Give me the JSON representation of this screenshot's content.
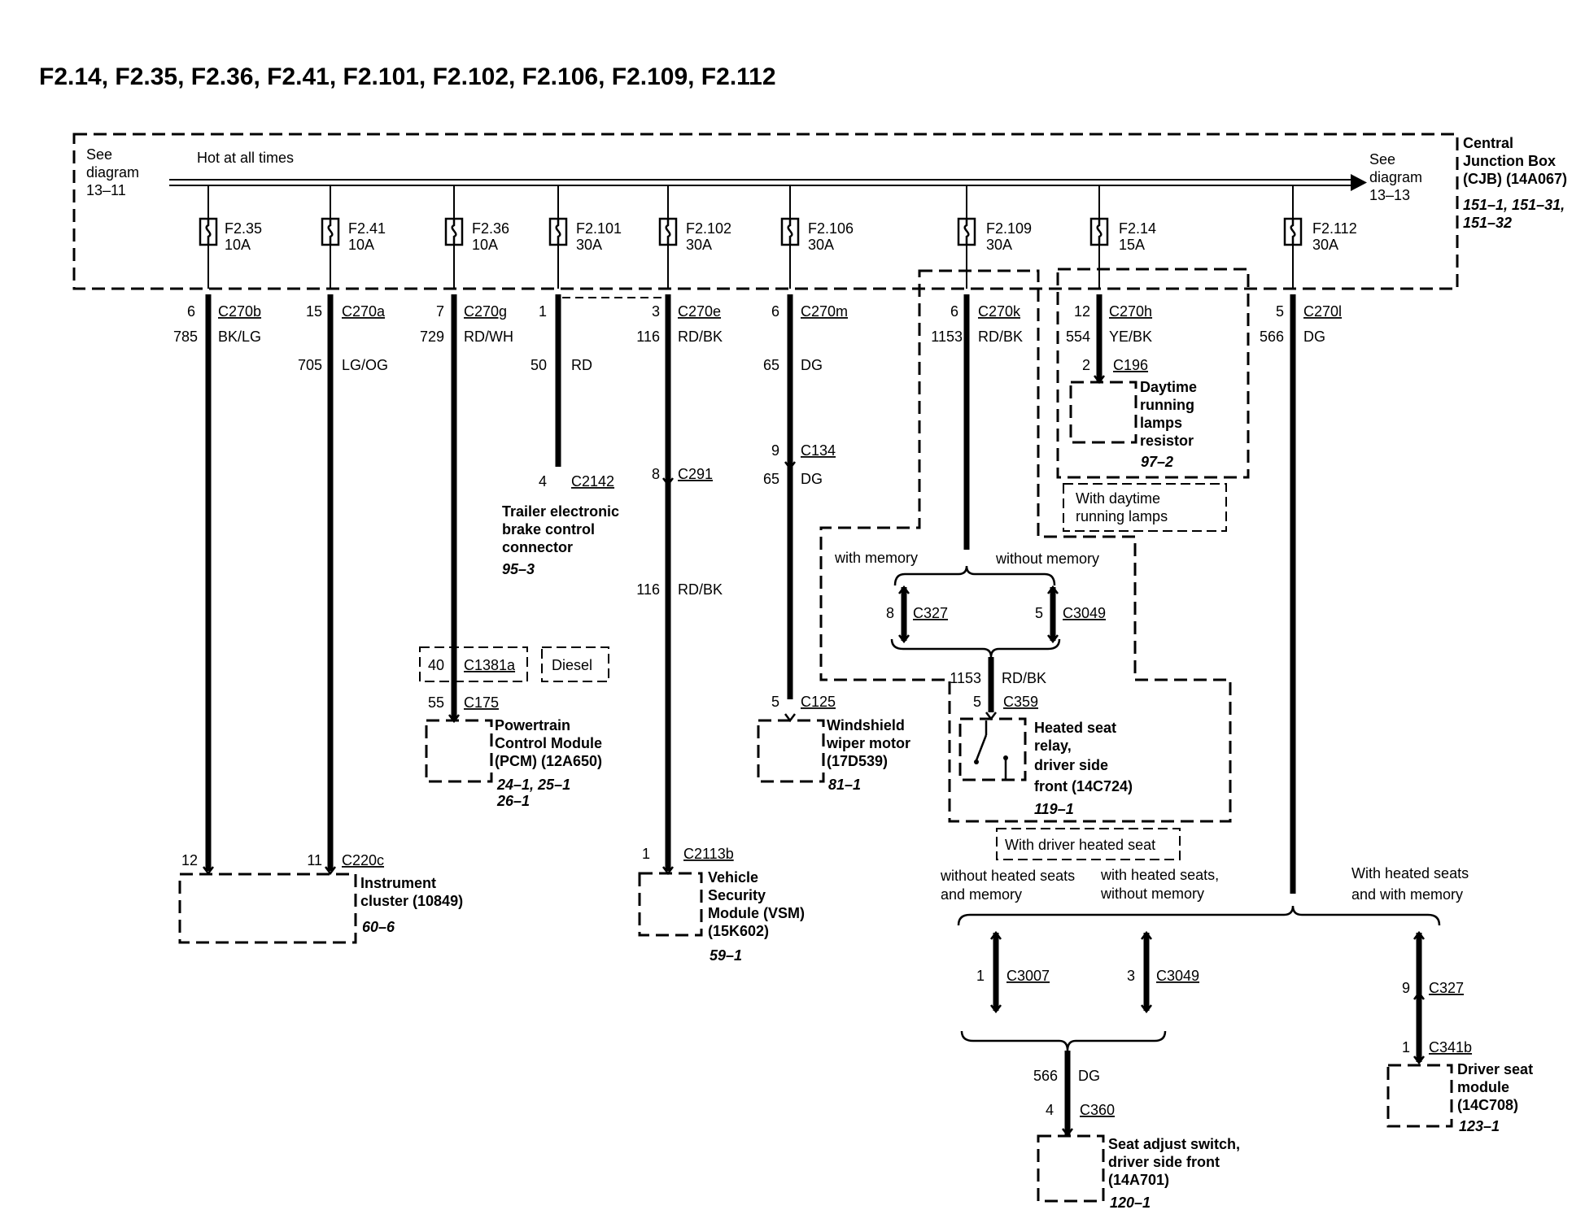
{
  "title": "F2.14, F2.35, F2.36, F2.41, F2.101, F2.102, F2.106, F2.109, F2.112",
  "cjb": {
    "left_ref": [
      "See",
      "diagram",
      "13–11"
    ],
    "hot": "Hot at all times",
    "right_ref": [
      "See",
      "diagram",
      "13–13"
    ],
    "name": [
      "Central",
      "Junction Box",
      "(CJB) (14A067)"
    ],
    "pages": [
      "151–1, 151–31,",
      "151–32"
    ]
  },
  "fuses": [
    {
      "id": "F2.35",
      "amps": "10A"
    },
    {
      "id": "F2.41",
      "amps": "10A"
    },
    {
      "id": "F2.36",
      "amps": "10A"
    },
    {
      "id": "F2.101",
      "amps": "30A"
    },
    {
      "id": "F2.102",
      "amps": "30A"
    },
    {
      "id": "F2.106",
      "amps": "30A"
    },
    {
      "id": "F2.109",
      "amps": "30A"
    },
    {
      "id": "F2.14",
      "amps": "15A"
    },
    {
      "id": "F2.112",
      "amps": "30A"
    }
  ],
  "pins": [
    {
      "pin": "6",
      "conn": "C270b"
    },
    {
      "pin": "15",
      "conn": "C270a"
    },
    {
      "pin": "7",
      "conn": "C270g"
    },
    {
      "pin": "1",
      "conn": ""
    },
    {
      "pin": "3",
      "conn": "C270e"
    },
    {
      "pin": "6",
      "conn": "C270m"
    },
    {
      "pin": "6",
      "conn": "C270k"
    },
    {
      "pin": "12",
      "conn": "C270h"
    },
    {
      "pin": "5",
      "conn": "C270l"
    }
  ],
  "wires": [
    {
      "circuit": "785",
      "color": "BK/LG"
    },
    {
      "circuit": "705",
      "color": "LG/OG"
    },
    {
      "circuit": "729",
      "color": "RD/WH"
    },
    {
      "circuit": "50",
      "color": "RD"
    },
    {
      "circuit": "116",
      "color": "RD/BK"
    },
    {
      "circuit": "65",
      "color": "DG"
    },
    {
      "circuit": "1153",
      "color": "RD/BK"
    },
    {
      "circuit": "554",
      "color": "YE/BK"
    },
    {
      "circuit": "566",
      "color": "DG"
    }
  ],
  "drl": {
    "pin": "2",
    "conn": "C196",
    "name": [
      "Daytime",
      "running",
      "lamps",
      "resistor"
    ],
    "page": "97–2",
    "note": [
      "With daytime",
      "running lamps"
    ]
  },
  "trailer": {
    "pin": "4",
    "conn": "C2142",
    "name": [
      "Trailer electronic",
      "brake control",
      "connector"
    ],
    "page": "95–3"
  },
  "vsm_inline": {
    "pin": "8",
    "conn": "C291",
    "circuit": "116",
    "color": "RD/BK"
  },
  "wiper_inline": {
    "pin": "9",
    "conn": "C134",
    "circuit": "65",
    "color": "DG"
  },
  "pcm": {
    "pin_a": "40",
    "conn_a": "C1381a",
    "diesel": "Diesel",
    "pin_b": "55",
    "conn_b": "C175",
    "name": [
      "Powertrain",
      "Control Module",
      "(PCM) (12A650)"
    ],
    "pages": [
      "24–1, 25–1",
      "26–1"
    ]
  },
  "wiper": {
    "pin": "5",
    "conn": "C125",
    "name": [
      "Windshield",
      "wiper motor",
      "(17D539)"
    ],
    "page": "81–1"
  },
  "cluster": {
    "pin_a": "12",
    "pin_b": "11",
    "conn": "C220c",
    "name": [
      "Instrument",
      "cluster (10849)"
    ],
    "page": "60–6"
  },
  "vsm": {
    "pin": "1",
    "conn": "C2113b",
    "name": [
      "Vehicle",
      "Security",
      "Module (VSM)",
      "(15K602)"
    ],
    "page": "59–1"
  },
  "memory_split": {
    "left": "with memory",
    "right": "without memory",
    "c327_pin": "8",
    "c327": "C327",
    "c3049_pin": "5",
    "c3049": "C3049"
  },
  "relay": {
    "circuit": "1153",
    "color": "RD/BK",
    "pin": "5",
    "conn": "C359",
    "name": [
      "Heated seat",
      "relay,",
      "driver side",
      " front (14C724)"
    ],
    "page": "119–1",
    "note": "With driver heated seat"
  },
  "seat_split": {
    "left": [
      "without heated seats",
      "and memory"
    ],
    "mid": [
      "with heated seats,",
      "without memory"
    ],
    "right": [
      "With heated seats",
      "and with memory"
    ],
    "c3007_pin": "1",
    "c3007": "C3007",
    "c3049_pin": "3",
    "c3049": "C3049",
    "c327_pin": "9",
    "c327": "C327"
  },
  "seat_switch": {
    "circuit": "566",
    "color": "DG",
    "pin": "4",
    "conn": "C360",
    "name": [
      "Seat adjust switch,",
      "driver side front",
      "(14A701)"
    ],
    "page": "120–1"
  },
  "seat_module": {
    "pin": "1",
    "conn": "C341b",
    "name": [
      "Driver seat",
      "module",
      "(14C708)"
    ],
    "page": "123–1"
  }
}
